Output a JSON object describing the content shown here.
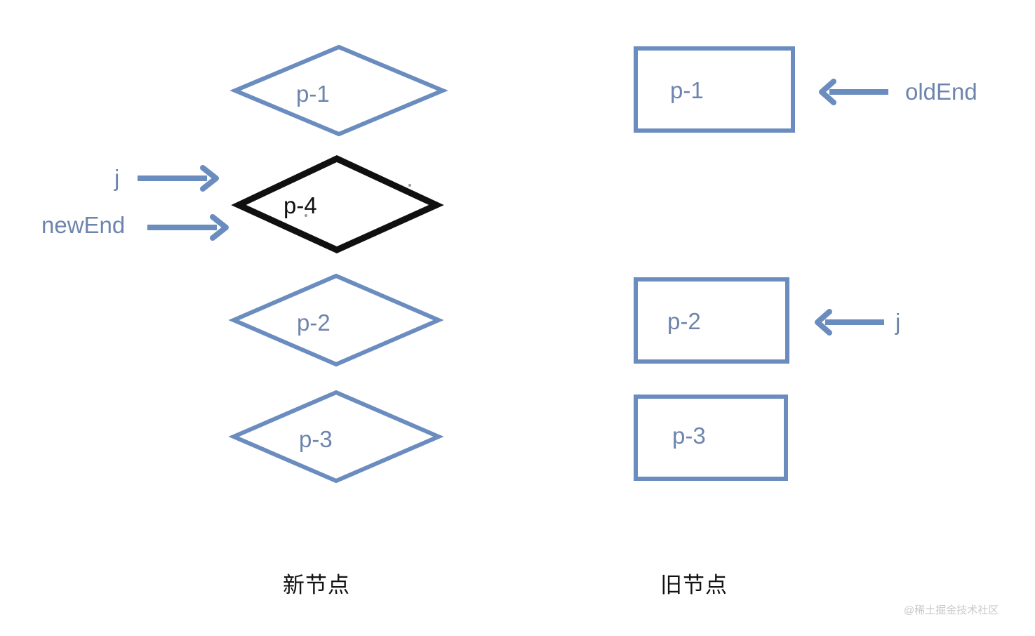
{
  "diagram": {
    "title_new_column": "新节点",
    "title_old_column": "旧节点",
    "watermark": "@稀土掘金技术社区",
    "colors": {
      "shape_blue": "#6a8cbe",
      "label_blue": "#6d85ad",
      "highlight_black": "#101010",
      "caption_black": "#121212",
      "watermark_gray": "#c9c9c9",
      "background": "#ffffff"
    }
  },
  "new_nodes": [
    {
      "label": "p-1",
      "shape": "diamond",
      "highlighted": false
    },
    {
      "label": "p-4",
      "shape": "diamond",
      "highlighted": true
    },
    {
      "label": "p-2",
      "shape": "diamond",
      "highlighted": false
    },
    {
      "label": "p-3",
      "shape": "diamond",
      "highlighted": false
    }
  ],
  "old_nodes": [
    {
      "label": "p-1",
      "shape": "rectangle",
      "highlighted": false
    },
    {
      "label": "p-2",
      "shape": "rectangle",
      "highlighted": false
    },
    {
      "label": "p-3",
      "shape": "rectangle",
      "highlighted": false
    }
  ],
  "pointers": [
    {
      "name": "j",
      "label": "j",
      "side": "left",
      "direction": "right",
      "target": "p-4"
    },
    {
      "name": "newEnd",
      "label": "newEnd",
      "side": "left",
      "direction": "right",
      "target": "p-4"
    },
    {
      "name": "oldEnd",
      "label": "oldEnd",
      "side": "right",
      "direction": "left",
      "target": "old p-1"
    },
    {
      "name": "j-old",
      "label": "j",
      "side": "right",
      "direction": "left",
      "target": "old p-2"
    }
  ]
}
